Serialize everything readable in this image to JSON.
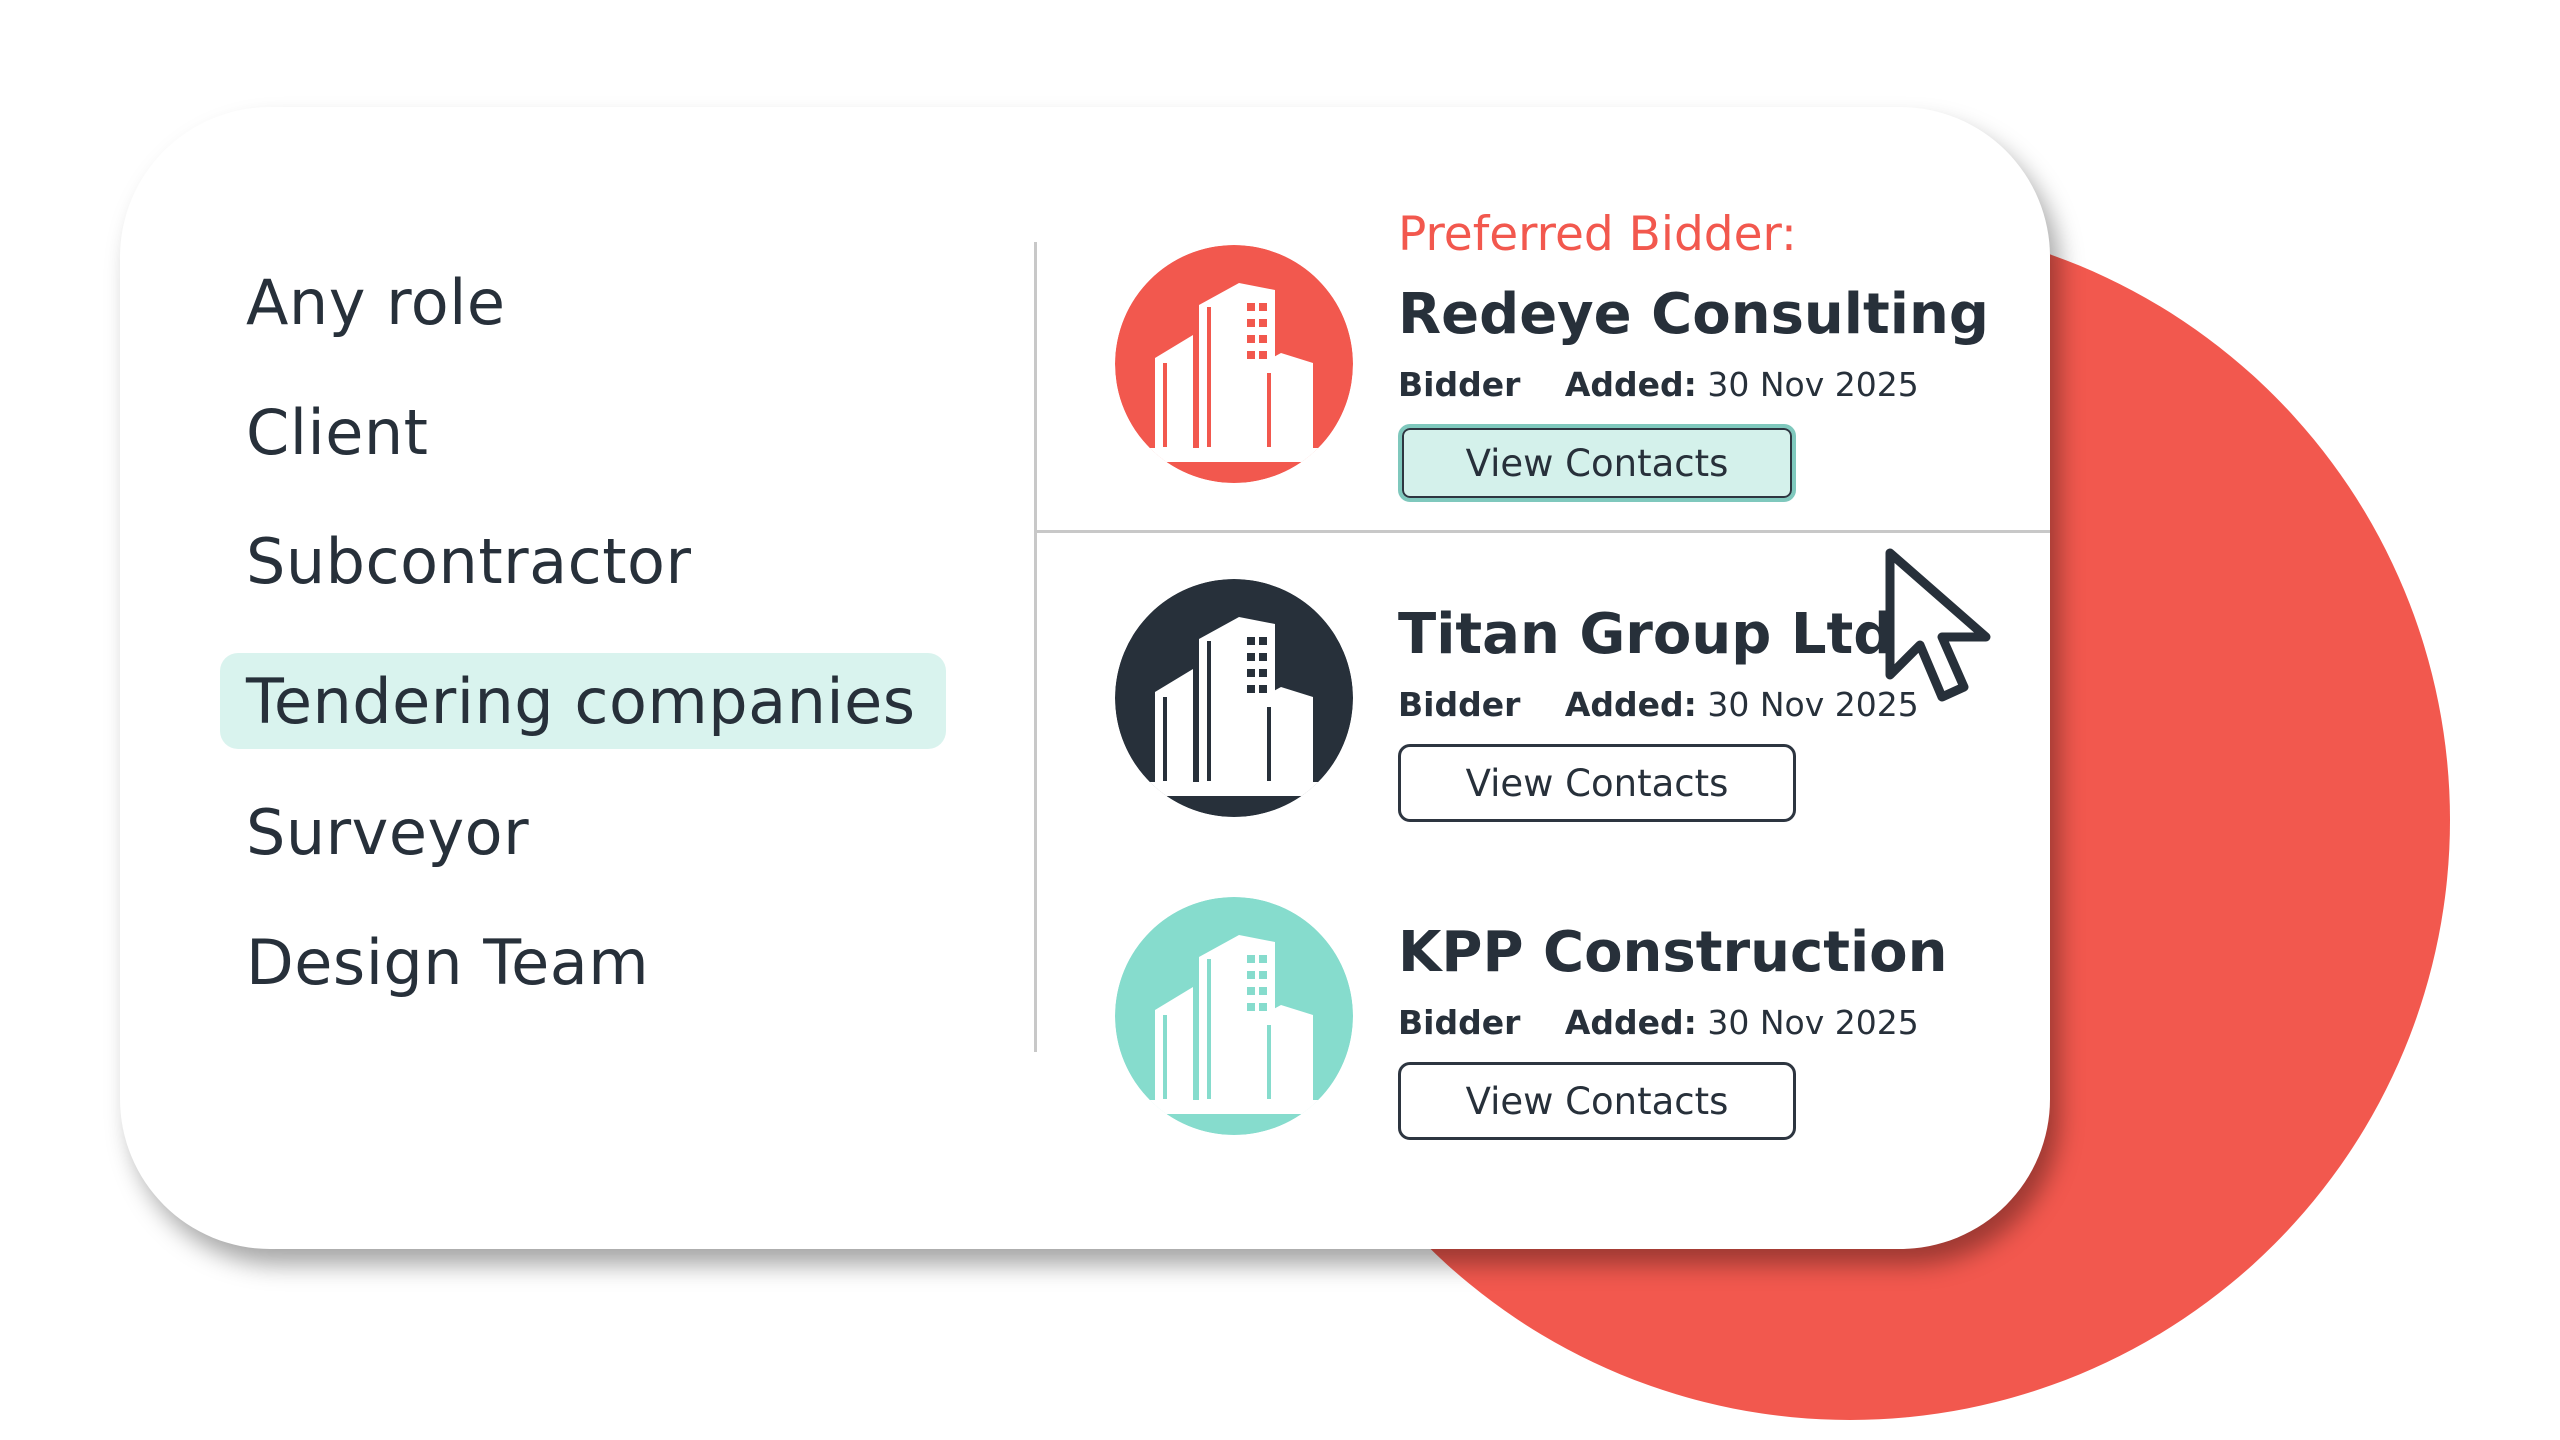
{
  "roles": [
    {
      "label": "Any role"
    },
    {
      "label": "Client"
    },
    {
      "label": "Subcontractor"
    },
    {
      "label": "Tendering companies",
      "selected": true
    },
    {
      "label": "Surveyor"
    },
    {
      "label": "Design Team"
    }
  ],
  "companies": [
    {
      "preferred_label": "Preferred Bidder:",
      "name": "Redeye Consulting",
      "role": "Bidder",
      "added_label": "Added:",
      "added_date": "30 Nov 2025",
      "button_label": "View Contacts",
      "logo_color": "#f2584e",
      "icon": "building-icon"
    },
    {
      "name": "Titan Group Ltd",
      "role": "Bidder",
      "added_label": "Added:",
      "added_date": "30 Nov 2025",
      "button_label": "View Contacts",
      "logo_color": "#27303a",
      "icon": "building-icon"
    },
    {
      "name": "KPP Construction",
      "role": "Bidder",
      "added_label": "Added:",
      "added_date": "30 Nov 2025",
      "button_label": "View Contacts",
      "logo_color": "#86dccd",
      "icon": "building-icon"
    }
  ],
  "colors": {
    "accent": "#f2584e",
    "selected_bg": "#d9f3ee",
    "text": "#27303a"
  }
}
